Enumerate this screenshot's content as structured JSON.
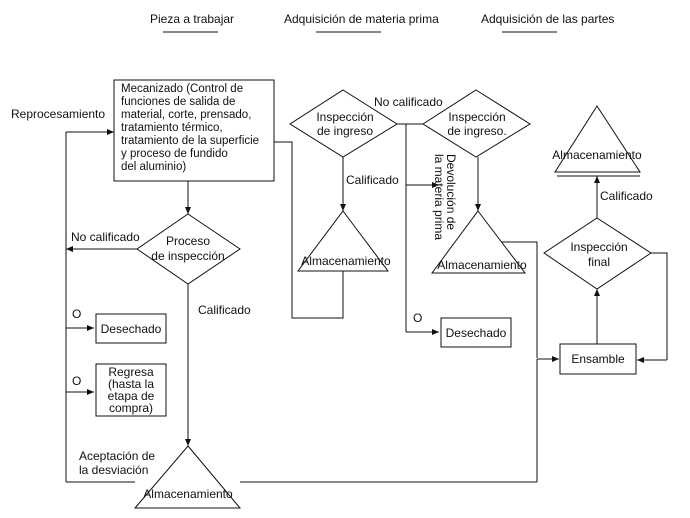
{
  "legend": {
    "items": [
      "Pieza a trabajar",
      "Adquisición de materia prima",
      "Adquisición de las partes"
    ]
  },
  "nodes": {
    "mecanizado": [
      "Mecanizado (Control de",
      "funciones de salida de",
      "material, corte, prensado,",
      "tratamiento térmico,",
      "tratamiento de la superficie",
      " y proceso de fundido",
      "del aluminio)"
    ],
    "proceso_inspeccion": [
      "Proceso",
      "de inspección"
    ],
    "inspeccion_ingreso_1": [
      "Inspección",
      "de ingreso"
    ],
    "inspeccion_ingreso_2": [
      "Inspección",
      "de ingreso."
    ],
    "almacenamiento_1": "Almacenamiento",
    "almacenamiento_2": "Almacenamiento",
    "almacenamiento_3": "Almacenamiento",
    "almacenamiento_final": "Almacenamiento",
    "desechado_1": "Desechado",
    "desechado_2": "Desechado",
    "regresa": [
      "Regresa",
      "(hasta la",
      "etapa de",
      "compra)"
    ],
    "inspeccion_final": [
      "Inspección",
      "final"
    ],
    "ensamble": "Ensamble"
  },
  "labels": {
    "reprocesamiento": "Reprocesamiento",
    "no_calificado_1": "No calificado",
    "no_calificado_2": "No calificado",
    "calificado_1": "Calificado",
    "calificado_2": "Calificado",
    "calificado_3": "Calificado",
    "o_1": "O",
    "o_2": "O",
    "o_3": "O",
    "aceptacion": [
      "Aceptación de",
      "la desviación"
    ],
    "devolucion": [
      "Devolución de",
      "la materia prima"
    ]
  }
}
